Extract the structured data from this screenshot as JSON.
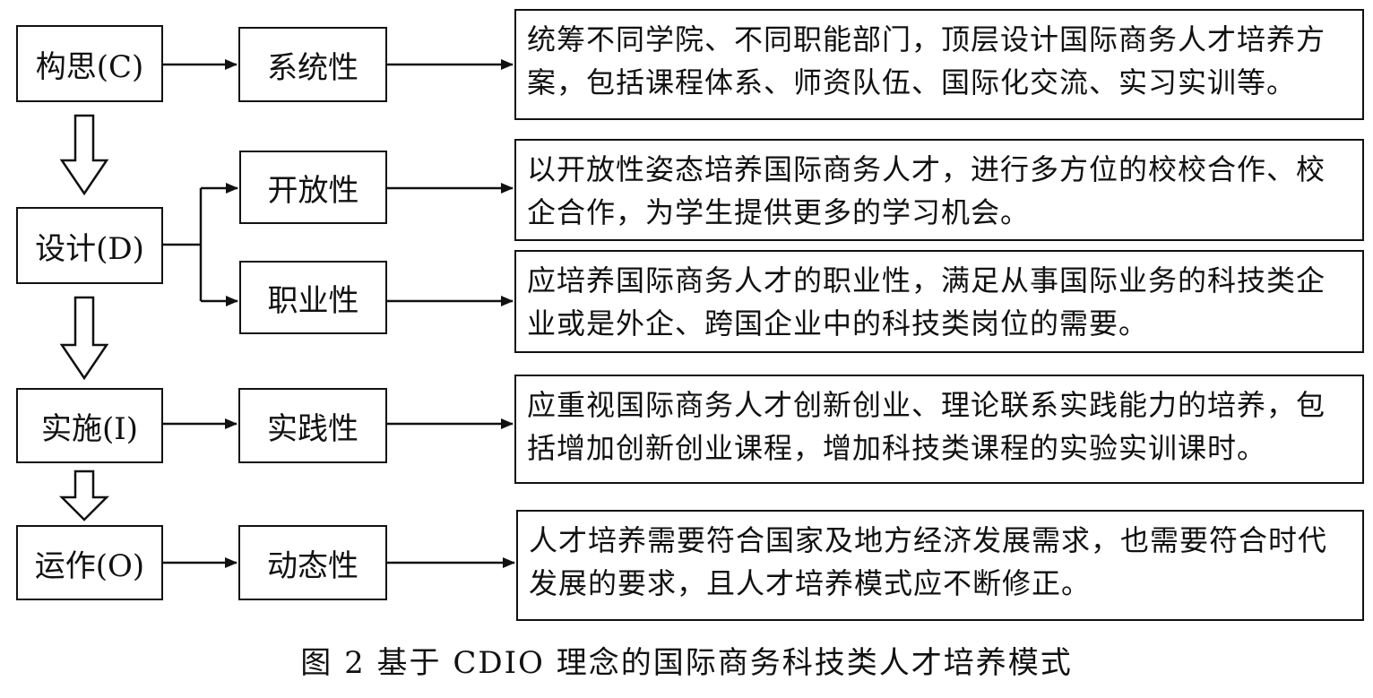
{
  "stages": {
    "conceive": "构思(C)",
    "design": "设计(D)",
    "implement": "实施(I)",
    "operate": "运作(O)"
  },
  "properties": {
    "systematic": "系统性",
    "open": "开放性",
    "professional": "职业性",
    "practical": "实践性",
    "dynamic": "动态性"
  },
  "descriptions": {
    "systematic": "统筹不同学院、不同职能部门，顶层设计国际商务人才培养方案，包括课程体系、师资队伍、国际化交流、实习实训等。",
    "open": "以开放性姿态培养国际商务人才，进行多方位的校校合作、校企合作，为学生提供更多的学习机会。",
    "professional": "应培养国际商务人才的职业性，满足从事国际业务的科技类企业或是外企、跨国企业中的科技类岗位的需要。",
    "practical": "应重视国际商务人才创新创业、理论联系实践能力的培养，包括增加创新创业课程，增加科技类课程的实验实训课时。",
    "dynamic": "人才培养需要符合国家及地方经济发展需求，也需要符合时代发展的要求，且人才培养模式应不断修正。"
  },
  "caption": "图 2  基于 CDIO 理念的国际商务科技类人才培养模式"
}
